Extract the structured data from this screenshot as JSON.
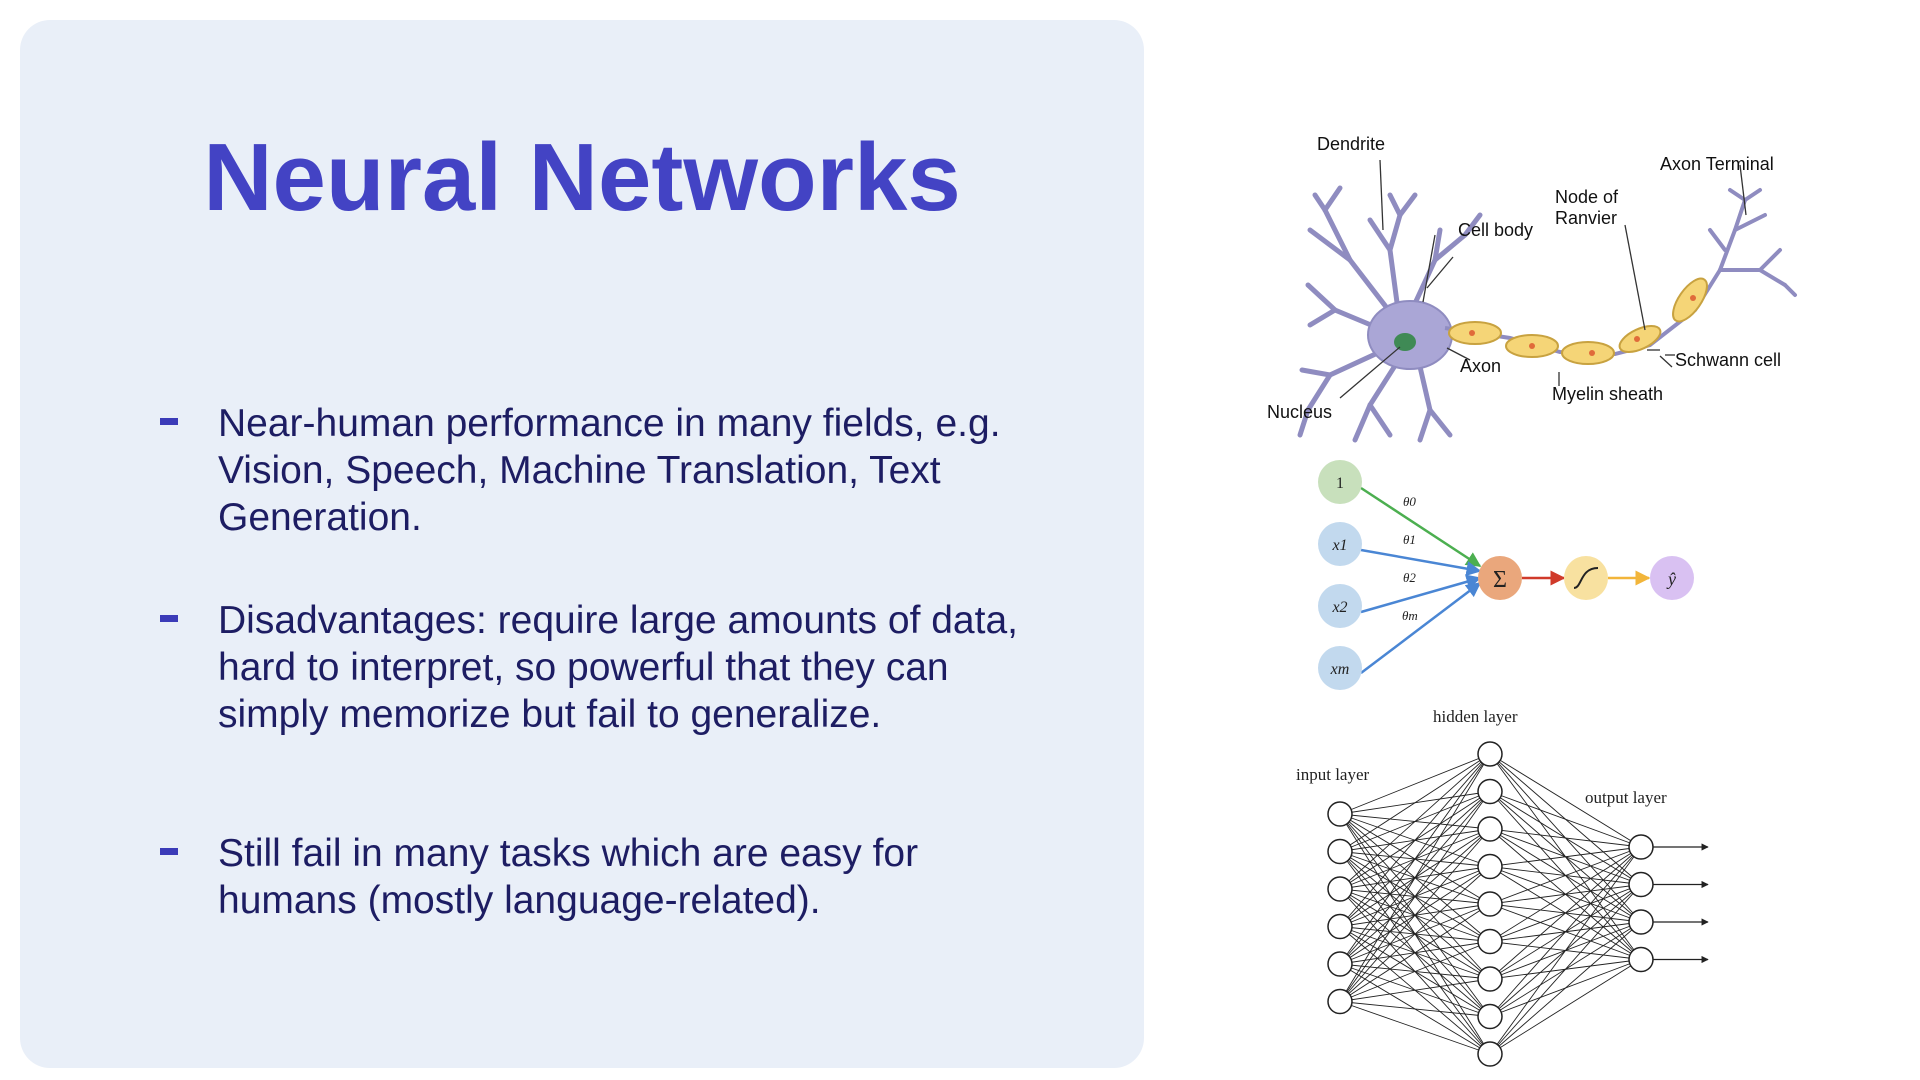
{
  "slide": {
    "title": "Neural Networks",
    "accent_color": "#4343c4",
    "text_color": "#1d1d63",
    "panel_color": "#e9eff8",
    "bullets": [
      {
        "text": "Near-human performance in many fields, e.g. Vision, Speech, Machine Translation, Text Generation."
      },
      {
        "text": "Disadvantages: require large amounts of data, hard to interpret, so powerful that they can simply memorize but fail to generalize."
      },
      {
        "text": "Still fail in many tasks which are easy for humans (mostly language-related)."
      }
    ]
  },
  "neuron_diagram": {
    "labels": {
      "dendrite": "Dendrite",
      "cell_body": "Cell body",
      "node_of_ranvier_1": "Node of",
      "node_of_ranvier_2": "Ranvier",
      "axon_terminal": "Axon Terminal",
      "axon": "Axon",
      "schwann_cell": "Schwann cell",
      "nucleus": "Nucleus",
      "myelin_sheath": "Myelin sheath"
    }
  },
  "perceptron_diagram": {
    "inputs": [
      "1",
      "x1",
      "x2",
      "xm"
    ],
    "weights": [
      "θ0",
      "θ1",
      "θ2",
      "θm"
    ],
    "sum_symbol": "Σ",
    "output_symbol": "ŷ",
    "colors": {
      "bias": "#c8e0bc",
      "input": "#c2d9ee",
      "sum": "#eaa77c",
      "activation": "#f8e1a0",
      "output": "#d9c1f2"
    }
  },
  "network_diagram": {
    "input_label": "input layer",
    "hidden_label": "hidden layer",
    "output_label": "output layer",
    "input_nodes": 6,
    "hidden_nodes": 9,
    "output_nodes": 4
  }
}
